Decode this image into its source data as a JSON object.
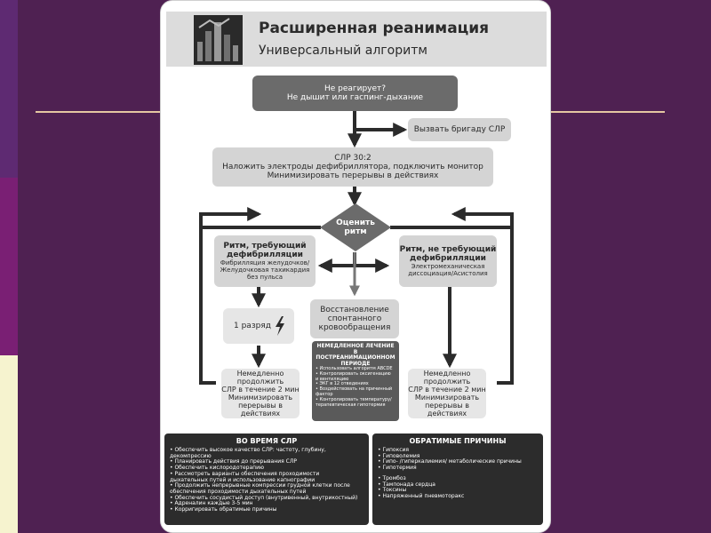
{
  "header": {
    "title": "Расширенная реанимация",
    "subtitle": "Универсальный алгоритм"
  },
  "flow": {
    "start": [
      "Не реагирует?",
      "Не дышит или гаспинг-дыхание"
    ],
    "call_team": "Вызвать бригаду СЛР",
    "cpr": [
      "СЛР 30:2",
      "Наложить электроды дефибриллятора, подключить монитор",
      "Минимизировать перерывы в действиях"
    ],
    "assess": [
      "Оценить",
      "ритм"
    ],
    "shockable": {
      "title": [
        "Ритм, требующий",
        "дефибрилляции"
      ],
      "text": [
        "Фибрилляция желудочков/",
        "Желудочковая тахикардия",
        "без пульса"
      ]
    },
    "non_shockable": {
      "title": [
        "Ритм, не требующий",
        "дефибрилляции"
      ],
      "text": [
        "Электромеханическая",
        "диссоциация/Асистолия"
      ]
    },
    "shock": "1 разряд",
    "rosc": [
      "Восстановление",
      "спонтанного",
      "кровообращения"
    ],
    "continue_left": [
      "Немедленно",
      "продолжить",
      "СЛР в течение 2 мин",
      "Минимизировать",
      "перерывы в действиях"
    ],
    "continue_right": [
      "Немедленно",
      "продолжить",
      "СЛР в течение 2 мин",
      "Минимизировать",
      "перерывы в действиях"
    ],
    "post_arrest": {
      "title": [
        "НЕМЕДЛЕННОЕ ЛЕЧЕНИЕ В",
        "ПОСТРЕАНИМАЦИОННОМ",
        "ПЕРИОДЕ"
      ],
      "items": [
        "• Использовать алгоритм ABCDE",
        "• Контролировать оксигенацию",
        "  и вентиляцию",
        "• ЭКГ в 12 отведениях",
        "• Воздействовать на причинный",
        "  фактор",
        "• Контролировать температуру/",
        "  терапевтическая гипотермия"
      ]
    }
  },
  "during_cpr": {
    "title": "ВО ВРЕМЯ СЛР",
    "items": [
      "• Обеспечить высокое качество СЛР: частоту, глубину,",
      "    декомпрессию",
      "• Планировать действия до прерывания СЛР",
      "• Обеспечить кислородотерапию",
      "• Рассмотреть варианты обеспечения проходимости",
      "    дыхательных путей и использование капнографии",
      "• Продолжить непрерывные компрессии грудной клетки после",
      "    обеспечения проходимости дыхательных путей",
      "• Обеспечить сосудистый доступ (внутривенный, внутрикостный)",
      "• Адреналин каждые 3-5 мин",
      "• Корригировать обратимые причины"
    ]
  },
  "reversible_causes": {
    "title": "ОБРАТИМЫЕ ПРИЧИНЫ",
    "group1": [
      "• Гипоксия",
      "• Гиповолемия",
      "• Гипо- /гиперкалиемия/ метаболические причины",
      "• Гипотермия"
    ],
    "group2": [
      "• Тромбоз",
      "• Тампонада сердца",
      "• Токсины",
      "• Напряженный пневмоторакс"
    ]
  }
}
